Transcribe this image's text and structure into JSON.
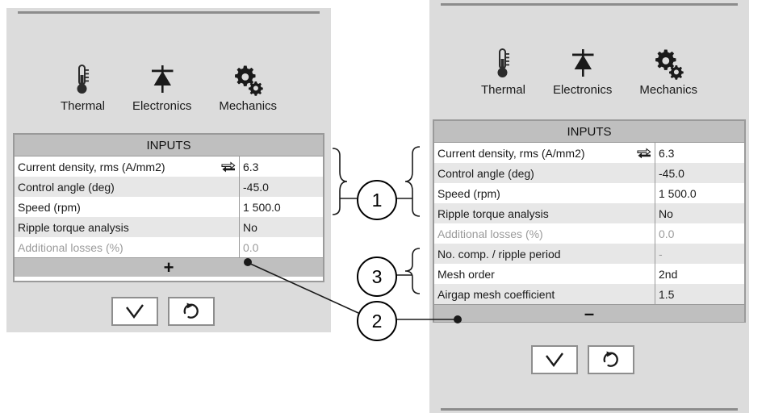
{
  "panels": {
    "left": {
      "name": "collapsed-inputs-panel",
      "toolbar": {
        "items": [
          {
            "label": "Thermal",
            "icon": "thermometer-icon"
          },
          {
            "label": "Electronics",
            "icon": "diode-icon"
          },
          {
            "label": "Mechanics",
            "icon": "gears-icon"
          }
        ]
      },
      "table": {
        "header": "INPUTS",
        "rows": [
          {
            "label": "Current density, rms (A/mm2)",
            "value": "6.3",
            "dim": false,
            "icon": "swap-arrows-icon"
          },
          {
            "label": "Control angle (deg)",
            "value": "-45.0",
            "dim": false,
            "icon": ""
          },
          {
            "label": "Speed (rpm)",
            "value": "1 500.0",
            "dim": false,
            "icon": ""
          },
          {
            "label": "Ripple torque analysis",
            "value": "No",
            "dim": false,
            "icon": ""
          },
          {
            "label": "Additional losses (%)",
            "value": "0.0",
            "dim": true,
            "icon": ""
          }
        ],
        "footer_label": "+",
        "footer_icon": "plus-icon"
      },
      "actions": [
        {
          "icon": "check-icon",
          "name": "validate-button"
        },
        {
          "icon": "reset-icon",
          "name": "reset-button"
        }
      ]
    },
    "right": {
      "name": "expanded-inputs-panel",
      "toolbar": {
        "items": [
          {
            "label": "Thermal",
            "icon": "thermometer-icon"
          },
          {
            "label": "Electronics",
            "icon": "diode-icon"
          },
          {
            "label": "Mechanics",
            "icon": "gears-icon"
          }
        ]
      },
      "table": {
        "header": "INPUTS",
        "rows": [
          {
            "label": "Current density, rms (A/mm2)",
            "value": "6.3",
            "dim": false,
            "icon": "swap-arrows-icon"
          },
          {
            "label": "Control angle (deg)",
            "value": "-45.0",
            "dim": false,
            "icon": ""
          },
          {
            "label": "Speed (rpm)",
            "value": "1 500.0",
            "dim": false,
            "icon": ""
          },
          {
            "label": "Ripple torque analysis",
            "value": "No",
            "dim": false,
            "icon": ""
          },
          {
            "label": "Additional losses (%)",
            "value": "0.0",
            "dim": true,
            "icon": ""
          },
          {
            "label": "No. comp. / ripple period",
            "value": "-",
            "dim": false,
            "value_dim": true,
            "icon": ""
          },
          {
            "label": "Mesh order",
            "value": "2nd",
            "dim": false,
            "icon": ""
          },
          {
            "label": "Airgap mesh coefficient",
            "value": "1.5",
            "dim": false,
            "icon": ""
          }
        ],
        "footer_label": "–",
        "footer_icon": "minus-icon"
      },
      "actions": [
        {
          "icon": "check-icon",
          "name": "validate-button"
        },
        {
          "icon": "reset-icon",
          "name": "reset-button"
        }
      ]
    }
  },
  "annotations": {
    "callouts": [
      {
        "id": "1",
        "label": "1"
      },
      {
        "id": "3",
        "label": "3"
      },
      {
        "id": "2",
        "label": "2"
      }
    ]
  },
  "colors": {
    "panel_bg": "#dcdcdc",
    "header_bg": "#bfbfbf",
    "row_alt_bg": "#e7e7e7",
    "border": "#9a9a9a",
    "dim_text": "#9b9b9b",
    "rule": "#8c8c8c"
  }
}
